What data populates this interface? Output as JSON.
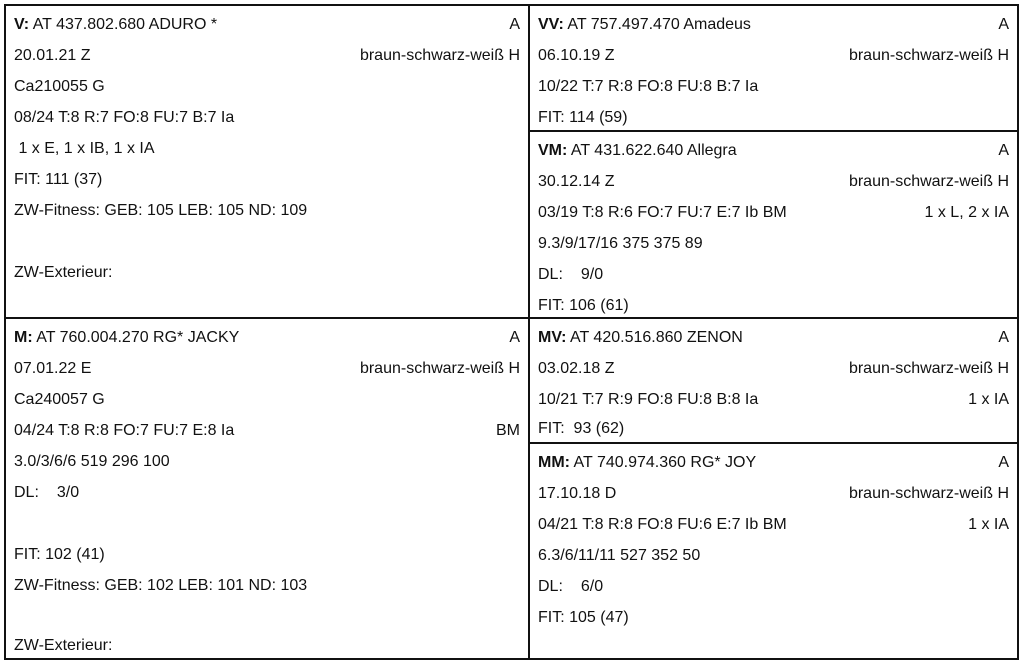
{
  "v": {
    "prefix": "V:",
    "reg": "AT 437.802.680 ADURO *",
    "grade": "A",
    "rows": [
      {
        "l": "20.01.21 Z",
        "r": "braun-schwarz-weiß H"
      },
      {
        "l": "Ca210055 G",
        "r": ""
      },
      {
        "l": "08/24 T:8 R:7 FO:8 FU:7 B:7 Ia",
        "r": ""
      },
      {
        "l": " 1 x E, 1 x IB, 1 x IA",
        "r": ""
      },
      {
        "l": "FIT: 111 (37)",
        "r": ""
      },
      {
        "l": "ZW-Fitness: GEB: 105 LEB: 105 ND: 109",
        "r": ""
      },
      {
        "l": "",
        "r": ""
      },
      {
        "l": "ZW-Exterieur:",
        "r": ""
      }
    ]
  },
  "vv": {
    "prefix": "VV:",
    "reg": "AT 757.497.470 Amadeus",
    "grade": "A",
    "rows": [
      {
        "l": "06.10.19 Z",
        "r": "braun-schwarz-weiß H"
      },
      {
        "l": "10/22 T:7 R:8 FO:8 FU:8 B:7 Ia",
        "r": ""
      },
      {
        "l": "FIT: 114 (59)",
        "r": ""
      }
    ]
  },
  "vm": {
    "prefix": "VM:",
    "reg": "AT 431.622.640 Allegra",
    "grade": "A",
    "rows": [
      {
        "l": "30.12.14 Z",
        "r": "braun-schwarz-weiß H"
      },
      {
        "l": "03/19 T:8 R:6 FO:7 FU:7 E:7 Ib BM",
        "r": "1 x L, 2 x IA"
      },
      {
        "l": "9.3/9/17/16 375 375 89",
        "r": ""
      }
    ],
    "dl_label": "DL:",
    "dl_value": "9/0",
    "fit": "FIT: 106 (61)"
  },
  "m": {
    "prefix": "M:",
    "reg": "AT 760.004.270 RG* JACKY",
    "grade": "A",
    "rows": [
      {
        "l": "07.01.22 E",
        "r": "braun-schwarz-weiß H"
      },
      {
        "l": "Ca240057 G",
        "r": ""
      },
      {
        "l": "04/24 T:8 R:8 FO:7 FU:7 E:8 Ia",
        "r": "BM"
      },
      {
        "l": "3.0/3/6/6 519 296 100",
        "r": ""
      }
    ],
    "dl_label": "DL:",
    "dl_value": "3/0",
    "tail": [
      "",
      "FIT: 102 (41)",
      "ZW-Fitness: GEB: 102 LEB: 101 ND: 103",
      "",
      "ZW-Exterieur:"
    ]
  },
  "mv": {
    "prefix": "MV:",
    "reg": "AT 420.516.860 ZENON",
    "grade": "A",
    "rows": [
      {
        "l": "03.02.18 Z",
        "r": "braun-schwarz-weiß H"
      },
      {
        "l": "10/21 T:7 R:9 FO:8 FU:8 B:8 Ia",
        "r": "1 x IA"
      },
      {
        "l": "FIT:  93 (62)",
        "r": ""
      }
    ]
  },
  "mm": {
    "prefix": "MM:",
    "reg": "AT 740.974.360 RG* JOY",
    "grade": "A",
    "rows": [
      {
        "l": "17.10.18 D",
        "r": "braun-schwarz-weiß H"
      },
      {
        "l": "04/21 T:8 R:8 FO:8 FU:6 E:7 Ib BM",
        "r": "1 x IA"
      },
      {
        "l": "6.3/6/11/11 527 352 50",
        "r": ""
      }
    ],
    "dl_label": "DL:",
    "dl_value": "6/0",
    "fit": "FIT: 105 (47)"
  }
}
